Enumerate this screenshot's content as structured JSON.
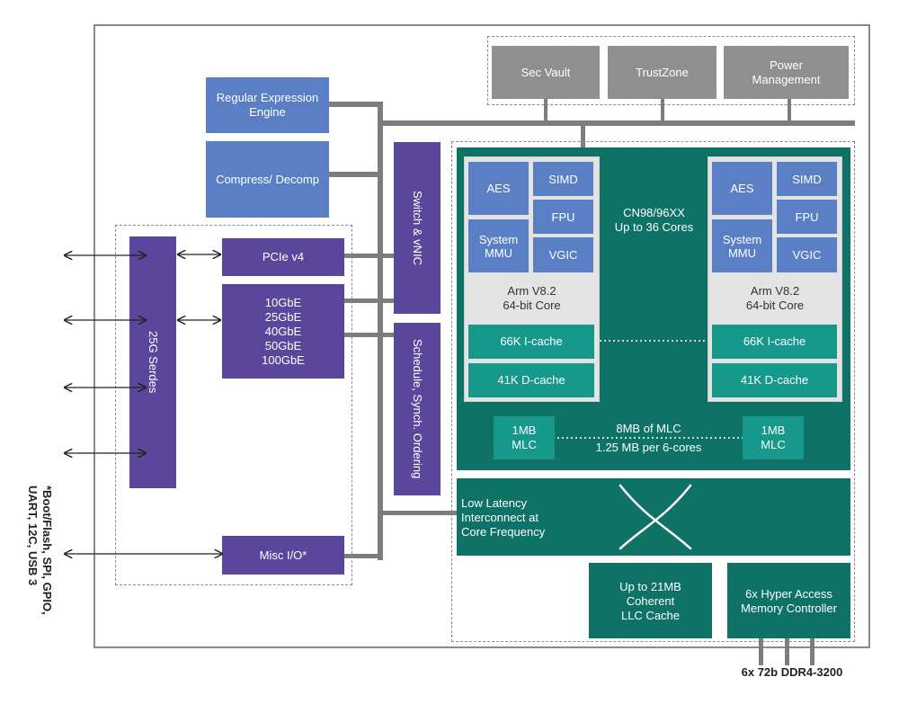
{
  "blocks": {
    "sec_vault": "Sec Vault",
    "trustzone": "TrustZone",
    "power_management": "Power Management",
    "regex_engine": "Regular Expression Engine",
    "compress": "Compress/ Decomp",
    "switch_vnic": "Switch & vNIC",
    "schedule": "Schedule, Synch. Ordering",
    "serdes": "25G Serdes",
    "pcie": "PCIe v4",
    "ethernet": [
      "10GbE",
      "25GbE",
      "40GbE",
      "50GbE",
      "100GbE"
    ],
    "misc_io": "Misc I/O*"
  },
  "cluster": {
    "title_line1": "CN98/96XX",
    "title_line2": "Up to 36 Cores",
    "cores": [
      {
        "aes": "AES",
        "simd": "SIMD",
        "fpu": "FPU",
        "mmu": "System MMU",
        "vgic": "VGIC",
        "core_line1": "Arm V8.2",
        "core_line2": "64-bit Core",
        "icache": "66K I-cache",
        "dcache": "41K D-cache"
      },
      {
        "aes": "AES",
        "simd": "SIMD",
        "fpu": "FPU",
        "mmu": "System MMU",
        "vgic": "VGIC",
        "core_line1": "Arm V8.2",
        "core_line2": "64-bit Core",
        "icache": "66K I-cache",
        "dcache": "41K D-cache"
      }
    ],
    "mlc_left": "1MB MLC",
    "mlc_right": "1MB MLC",
    "mlc_line1": "8MB of MLC",
    "mlc_line2": "1.25 MB per 6-cores"
  },
  "interconnect": {
    "label_line1": "Low Latency",
    "label_line2": "Interconnect at",
    "label_line3": "Core Frequency"
  },
  "llc": {
    "line1": "Up to 21MB",
    "line2": "Coherent",
    "line3": "LLC Cache"
  },
  "memctrl": {
    "line1": "6x Hyper Access",
    "line2": "Memory Controller"
  },
  "ddr_label": "6x 72b DDR4-3200",
  "io_note_lines": [
    "*Boot/Flash, SPI, GPIO,",
    "UART, 12C, USB 3"
  ],
  "colors": {
    "gray": "#8f8f8f",
    "blue": "#5b7fc4",
    "purple": "#5a469a",
    "teal_dark": "#0e7266",
    "teal_mid": "#16998a",
    "bus": "#7d7d7d"
  }
}
